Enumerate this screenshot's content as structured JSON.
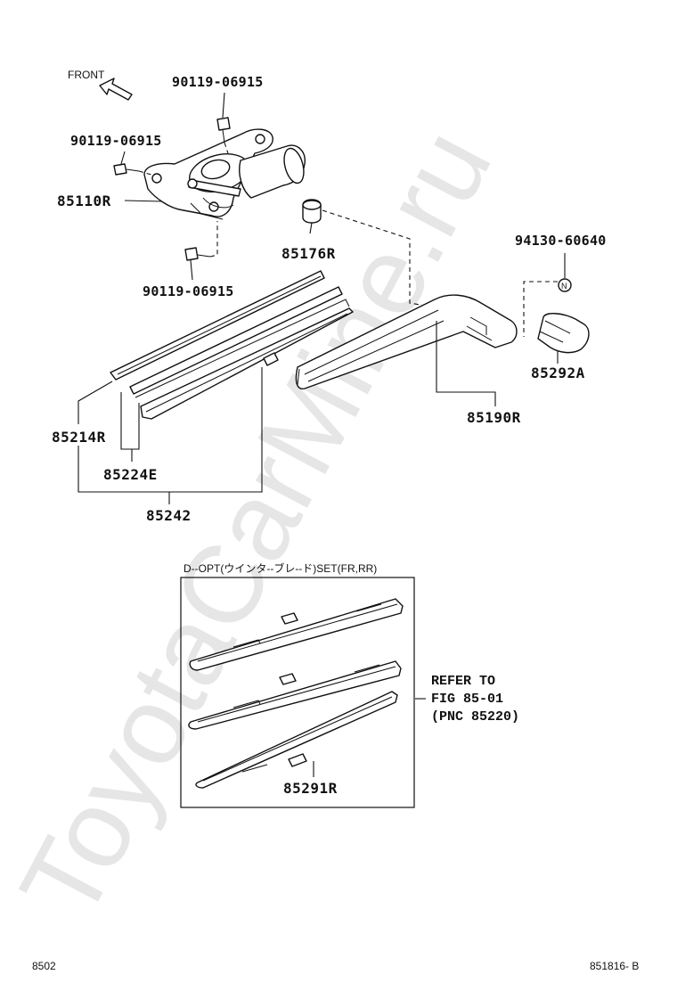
{
  "watermark": "ToyotaCarMine.ru",
  "direction_label": "FRONT",
  "part_numbers": {
    "bolt_top": "90119-06915",
    "bolt_left": "90119-06915",
    "bolt_bottom": "90119-06915",
    "motor": "85110R",
    "cap": "85176R",
    "nut": "94130-60640",
    "arm_cover": "85292A",
    "arm": "85190R",
    "blade_rubber": "85214R",
    "blade_insert": "85224E",
    "blade_assy": "85242"
  },
  "option_box": {
    "title": "D--OPT(ウインタ--ブレ--ド)SET(FR,RR)",
    "part_number": "85291R"
  },
  "refer_note": {
    "line1": "REFER TO",
    "line2": "FIG 85-01",
    "line3": "(PNC 85220)"
  },
  "footer": {
    "page_code": "8502",
    "figure_code": "851816- B"
  }
}
